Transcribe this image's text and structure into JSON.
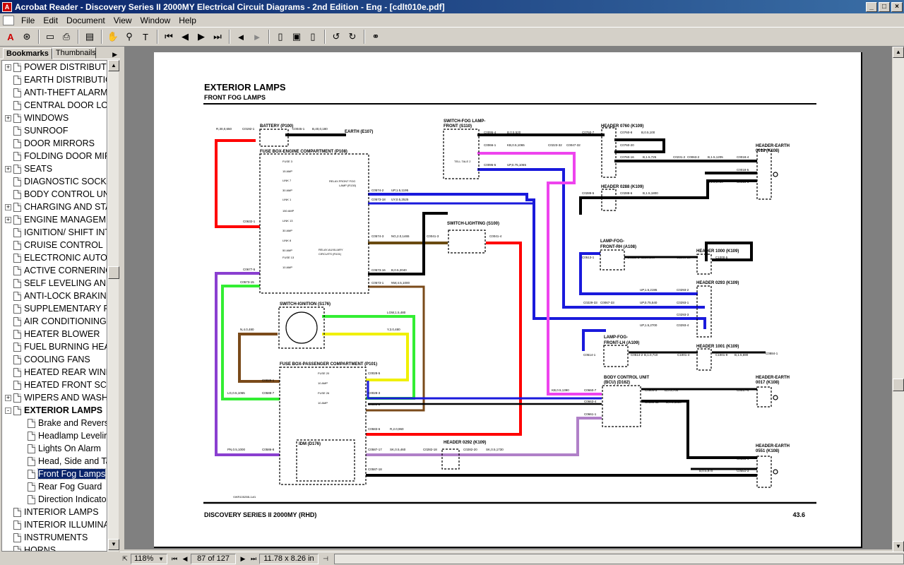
{
  "window": {
    "title": "Acrobat Reader - Discovery Series II 2000MY Electrical Circuit Diagrams - 2nd Edition - Eng - [cdlt010e.pdf]"
  },
  "menu": [
    "File",
    "Edit",
    "Document",
    "View",
    "Window",
    "Help"
  ],
  "tabs": {
    "bookmarks": "Bookmarks",
    "thumbnails": "Thumbnails"
  },
  "bookmarks": [
    {
      "label": "POWER DISTRIBUTION",
      "expander": "+",
      "level": 0
    },
    {
      "label": "EARTH DISTRIBUTION",
      "expander": "",
      "level": 0
    },
    {
      "label": "ANTI-THEFT ALARM",
      "expander": "",
      "level": 0
    },
    {
      "label": "CENTRAL DOOR LOCKING",
      "expander": "",
      "level": 0
    },
    {
      "label": "WINDOWS",
      "expander": "+",
      "level": 0
    },
    {
      "label": "SUNROOF",
      "expander": "",
      "level": 0
    },
    {
      "label": "DOOR MIRRORS",
      "expander": "",
      "level": 0
    },
    {
      "label": "FOLDING DOOR MIRRORS",
      "expander": "",
      "level": 0
    },
    {
      "label": "SEATS",
      "expander": "+",
      "level": 0
    },
    {
      "label": "DIAGNOSTIC SOCKET",
      "expander": "",
      "level": 0
    },
    {
      "label": "BODY CONTROL UNIT",
      "expander": "",
      "level": 0
    },
    {
      "label": "CHARGING AND STARTING",
      "expander": "+",
      "level": 0
    },
    {
      "label": "ENGINE MANAGEMENT",
      "expander": "+",
      "level": 0
    },
    {
      "label": "IGNITION/ SHIFT INTERLOCK",
      "expander": "",
      "level": 0
    },
    {
      "label": "CRUISE CONTROL",
      "expander": "",
      "level": 0
    },
    {
      "label": "ELECTRONIC AUTOMATIC",
      "expander": "",
      "level": 0
    },
    {
      "label": "ACTIVE CORNERING",
      "expander": "",
      "level": 0
    },
    {
      "label": "SELF LEVELING AND",
      "expander": "",
      "level": 0
    },
    {
      "label": "ANTI-LOCK BRAKING",
      "expander": "",
      "level": 0
    },
    {
      "label": "SUPPLEMENTARY RESTRAINT",
      "expander": "",
      "level": 0
    },
    {
      "label": "AIR CONDITIONING",
      "expander": "",
      "level": 0
    },
    {
      "label": "HEATER BLOWER",
      "expander": "",
      "level": 0
    },
    {
      "label": "FUEL BURNING HEATER",
      "expander": "",
      "level": 0
    },
    {
      "label": "COOLING FANS",
      "expander": "",
      "level": 0
    },
    {
      "label": "HEATED REAR WINDOW",
      "expander": "",
      "level": 0
    },
    {
      "label": "HEATED FRONT SCREEN",
      "expander": "",
      "level": 0
    },
    {
      "label": "WIPERS AND WASHERS",
      "expander": "+",
      "level": 0
    },
    {
      "label": "EXTERIOR LAMPS",
      "expander": "-",
      "level": 0,
      "bold": true
    },
    {
      "label": "Brake and Reverse",
      "expander": "",
      "level": 1
    },
    {
      "label": "Headlamp Leveling",
      "expander": "",
      "level": 1
    },
    {
      "label": "Lights On Alarm",
      "expander": "",
      "level": 1
    },
    {
      "label": "Head, Side and Tail",
      "expander": "",
      "level": 1
    },
    {
      "label": "Front Fog Lamps",
      "expander": "",
      "level": 1,
      "selected": true
    },
    {
      "label": "Rear Fog Guard",
      "expander": "",
      "level": 1
    },
    {
      "label": "Direction Indicators",
      "expander": "",
      "level": 1
    },
    {
      "label": "INTERIOR LAMPS",
      "expander": "",
      "level": 0
    },
    {
      "label": "INTERIOR ILLUMINATION",
      "expander": "",
      "level": 0
    },
    {
      "label": "INSTRUMENTS",
      "expander": "",
      "level": 0
    },
    {
      "label": "HORNS",
      "expander": "",
      "level": 0
    }
  ],
  "diagram": {
    "title": "EXTERIOR LAMPS",
    "subtitle": "FRONT FOG LAMPS",
    "footer_left": "DISCOVERY SERIES II 2000MY (RHD)",
    "footer_right": "43.6",
    "ref": "VWR10525B-1of1",
    "components": {
      "battery": "BATTERY (P100)",
      "earth": "EARTH (E107)",
      "fusebox_engine": "FUSE BOX-ENGINE COMPARTMENT (P108)",
      "switch_fog": "SWITCH-FOG LAMP-",
      "switch_fog2": "FRONT (S110)",
      "tell_tale": "TELL TALE 2",
      "relay_fog": "RELAY-FRONT FOG",
      "relay_fog2": "LAMP (R130)",
      "relay_aux": "RELAY-AUXILIARY",
      "relay_aux2": "CIRCUITS (R101)",
      "switch_lighting": "SWITCH-LIGHTING (S100)",
      "switch_ignition": "SWITCH-IGNITION (S176)",
      "fusebox_pass": "FUSE BOX-PASSENGER COMPARTMENT (P101)",
      "idm": "IDM (D176)",
      "header_0760": "HEADER 0760 (K109)",
      "header_0288": "HEADER 0288 (K109)",
      "header_earth_0018": "HEADER-EARTH",
      "header_earth_0018b": "0018 (K108)",
      "lamp_rh": "LAMP-FOG-",
      "lamp_rh2": "FRONT-RH (A108)",
      "header_1000": "HEADER 1000 (K109)",
      "header_0293": "HEADER 0293 (K109)",
      "lamp_lh": "LAMP-FOG-",
      "lamp_lh2": "FRONT-LH (A109)",
      "header_1001": "HEADER 1001 (K109)",
      "bcu": "BODY CONTROL UNIT",
      "bcu2": "(BCU) (D162)",
      "header_earth_0017": "HEADER-EARTH",
      "header_earth_0017b": "0017 (K108)",
      "header_0292": "HEADER 0292 (K109)",
      "header_earth_0551": "HEADER-EARTH",
      "header_earth_0551b": "0551 (K108)"
    },
    "fuses": {
      "fuse3": "FUSE 3",
      "fuse3a": "15 AMP",
      "link7": "LINK 7",
      "link7a": "30 AMP",
      "link1": "LINK 1",
      "link1a": "150 AMP",
      "link13": "LINK 13",
      "link13a": "30 AMP",
      "link8": "LINK 8",
      "link8a": "50 AMP",
      "fuse13": "FUSE 13",
      "fuse13a": "10 AMP",
      "fuse20": "FUSE 20",
      "fuse20a": "10 AMP",
      "fuse26": "FUSE 26",
      "fuse26a": "10 AMP"
    },
    "wires": {
      "w1": "R,30,0,650",
      "w1c": "C0192-1",
      "w2": "C0045-1",
      "w2b": "B,40,0,180",
      "w3": "C0574-2",
      "w3b": "UP,1.5,1195",
      "w4": "C0573-18",
      "w4b": "UY,0.5,2525",
      "w5": "C0574-3",
      "w5b": "NG,2.0,1465",
      "w6": "C0573-16",
      "w6b": "B,0.5,2040",
      "w7": "C0573-1",
      "w7b": "NW,4.5,1000",
      "w8": "C0632-1",
      "w9": "C0677-5",
      "w10": "C0573-15",
      "w11": "C0041-3",
      "w12": "C0041-4",
      "w13": "LGW,1.5,480",
      "w14": "Y,3.0,480",
      "w15": "N,4.0,480",
      "w16": "C0028-5",
      "w17": "C0028-3",
      "w18": "C0028-1",
      "w19": "C0583-2",
      "w20": "LG,0.5,1065",
      "w21": "C0588-7",
      "w22": "C0583-6",
      "w22b": "R,2.0,960",
      "w23": "PN,0.5,1000",
      "w24": "C0586-8",
      "w25": "C0587-17",
      "w25b": "SK,0.5,460",
      "w26": "C0282-18",
      "w27": "C0282-20",
      "w27b": "SK,0.5,1730",
      "w28": "C0587-18",
      "s1": "C0095-4",
      "s1b": "B,0.5,520",
      "s2": "C0066-1",
      "s2b": "KB,0.5,1065",
      "s3": "C0095-5",
      "s3b": "UP,0.75,1065",
      "s4": "C0223-32",
      "s5": "C0047-32",
      "h1": "C0760-7",
      "h2": "C0760-8",
      "h2b": "B,0.5,100",
      "h3": "C0760-20",
      "h4": "C0760-16",
      "h4b": "B,1.5,725",
      "h5": "C0231-2",
      "h6": "C0063-2",
      "h6b": "B,1.5,1205",
      "h7": "C0018-4",
      "h8": "C0018-5",
      "h9": "C0018-6",
      "h10": "C0289-5",
      "h11": "C0288-6",
      "h11b": "B,1.5,1800",
      "h12": "B,1.5,1720",
      "r1": "C0513-1",
      "r2": "C0513-2",
      "r2b": "B,1.0,380",
      "r3": "C1000-10",
      "r4": "C1000-5",
      "p1": "UP,1.5,2195",
      "p2": "C0293-2",
      "p3": "C0229-33",
      "p4": "C0067-33",
      "p4b": "UP,0.75,540",
      "p5": "C0293-1",
      "p6": "C0293-3",
      "p7": "UP,1.5,2700",
      "p8": "C0293-4",
      "l1": "C0514-1",
      "l2": "C0514-2",
      "l2b": "B,1.0,710",
      "l3": "C1001-4",
      "l4": "C1001-9",
      "l4b": "B,1.5,690",
      "b1": "KB,0.5,1390",
      "b2": "C0660-7",
      "b3": "C0663-4",
      "b4": "C0661-1",
      "b5": "C0664-5",
      "b5b": "B,0.5,700",
      "b6": "C0660-11",
      "b6b": "B,0.5,1380",
      "b7": "C0017-4",
      "e1": "C0551-4",
      "e2": "B,0.5,970",
      "e3": "C0551-3",
      "cut": "C0884-1"
    }
  },
  "status": {
    "zoom": "118%",
    "page": "87 of 127",
    "size": "11.78 x 8.26 in"
  },
  "colors": {
    "titlebar_start": "#0a246a",
    "titlebar_end": "#3a6ea5",
    "wire_red": "#ff0000",
    "wire_blue": "#1a1adc",
    "wire_purple": "#8a3fd0",
    "wire_green": "#33ee33",
    "wire_yellow": "#f0f000",
    "wire_brown": "#7a4a1a",
    "wire_pink": "#ee44ee",
    "wire_mauve": "#b080c8"
  }
}
